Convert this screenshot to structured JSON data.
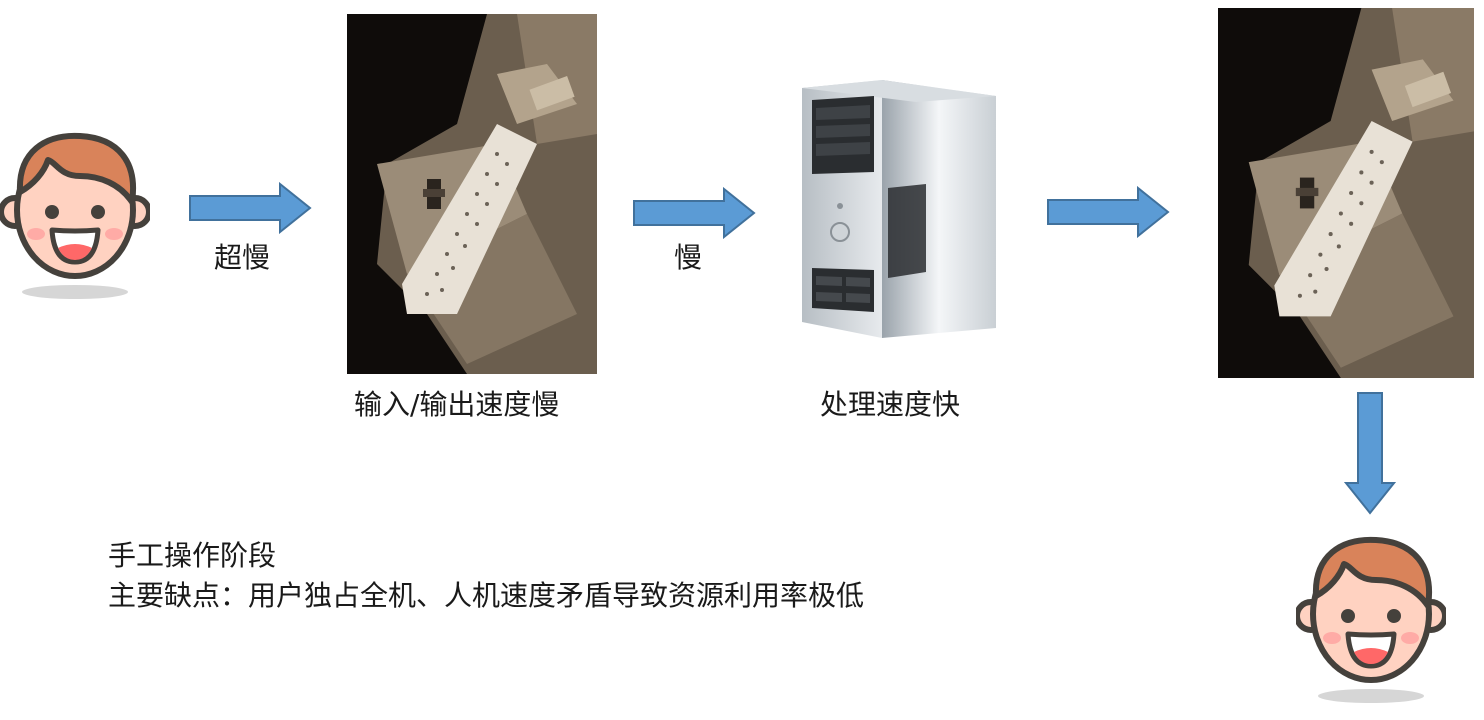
{
  "flow": {
    "arrow1_label": "超慢",
    "arrow2_label": "慢",
    "io_caption": "输入/输出速度慢",
    "cpu_caption": "处理速度快"
  },
  "notes": {
    "line1": "手工操作阶段",
    "line2": "主要缺点：用户独占全机、人机速度矛盾导致资源利用率极低"
  },
  "colors": {
    "arrow_fill": "#5B9BD5",
    "arrow_stroke": "#41719C",
    "face_skin": "#FFD2C1",
    "hair": "#D9835A",
    "outline": "#45413C"
  }
}
